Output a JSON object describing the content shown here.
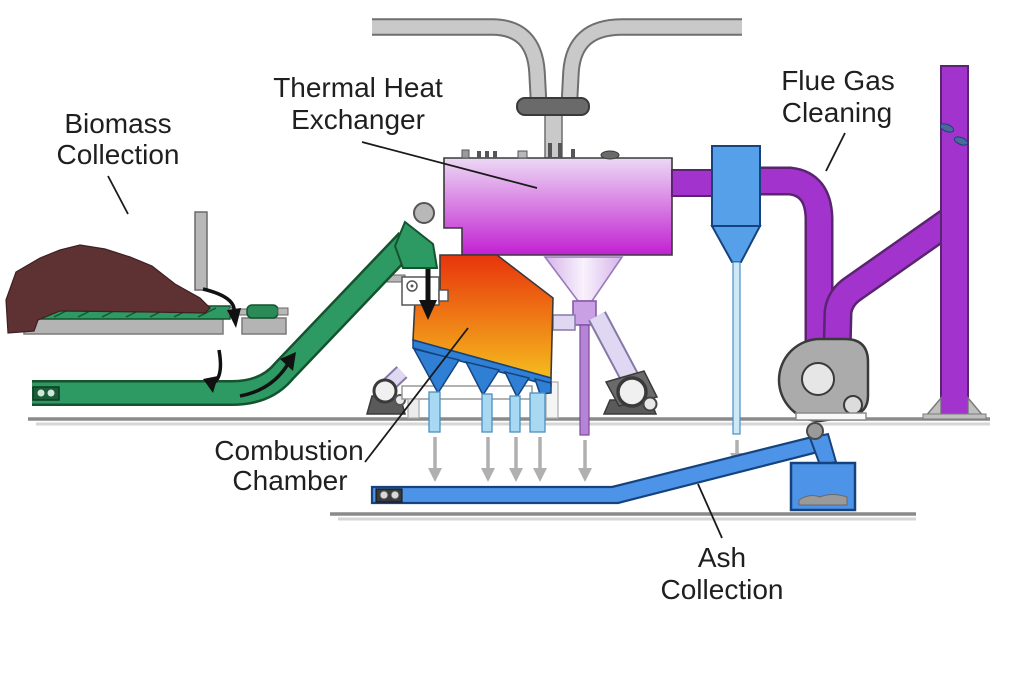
{
  "diagram": {
    "labels": {
      "biomass": {
        "line1": "Biomass",
        "line2": "Collection"
      },
      "heat_exchanger": {
        "line1": "Thermal Heat",
        "line2": "Exchanger"
      },
      "flue_gas": {
        "line1": "Flue Gas",
        "line2": "Cleaning"
      },
      "combustion": {
        "line1": "Combustion",
        "line2": "Chamber"
      },
      "ash": {
        "line1": "Ash",
        "line2": "Collection"
      }
    },
    "colors": {
      "biomass_pile": "#5e3133",
      "conveyor_green": "#2e9a63",
      "conveyor_green_dark": "#14532e",
      "combustion_top": "#e8340c",
      "combustion_bottom": "#f5bc1e",
      "heat_exchanger_top": "#ecd9f4",
      "heat_exchanger_bottom": "#c220d2",
      "flue_pipe_purple": "#a233cc",
      "flue_pipe_outline": "#5a2570",
      "cyclone_blue": "#55a0e8",
      "hopper_blue": "#2f7fd4",
      "ash_conveyor_blue": "#4d94e8",
      "light_blue_pipe": "#a8d8f2",
      "lavender_pipe": "#ded8f2",
      "funnel_lavender": "#e4d2f0",
      "gray_pipe": "#c9c9c9",
      "dark_gray_collar": "#6a6a6a",
      "fan_gray": "#ababab",
      "ground_line": "#8a8a8a",
      "arrow_gray": "#b0b0b0",
      "text": "#1f1f1f"
    }
  }
}
